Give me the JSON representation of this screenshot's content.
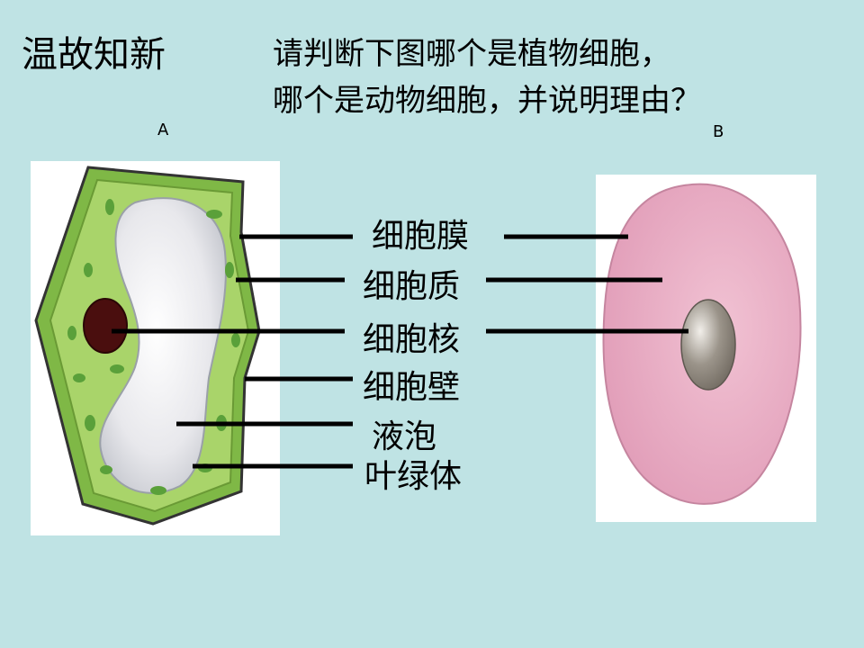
{
  "slide": {
    "title": "温故知新",
    "question_line1": "请判断下图哪个是植物细胞，",
    "question_line2": "哪个是动物细胞，并说明理由？"
  },
  "cells": {
    "a_label": "A",
    "b_label": "B"
  },
  "parts": [
    {
      "label": "细胞膜"
    },
    {
      "label": "细胞质"
    },
    {
      "label": "细胞核"
    },
    {
      "label": "细胞壁"
    },
    {
      "label": "液泡"
    },
    {
      "label": "叶绿体"
    }
  ],
  "colors": {
    "background": "#bfe3e4",
    "plant_cytoplasm": "#a9d46a",
    "plant_wall": "#7fb846",
    "animal_cell": "#e6a7c0",
    "nucleus_plant": "#4a0e0e",
    "nucleus_animal": "#8a8278"
  }
}
